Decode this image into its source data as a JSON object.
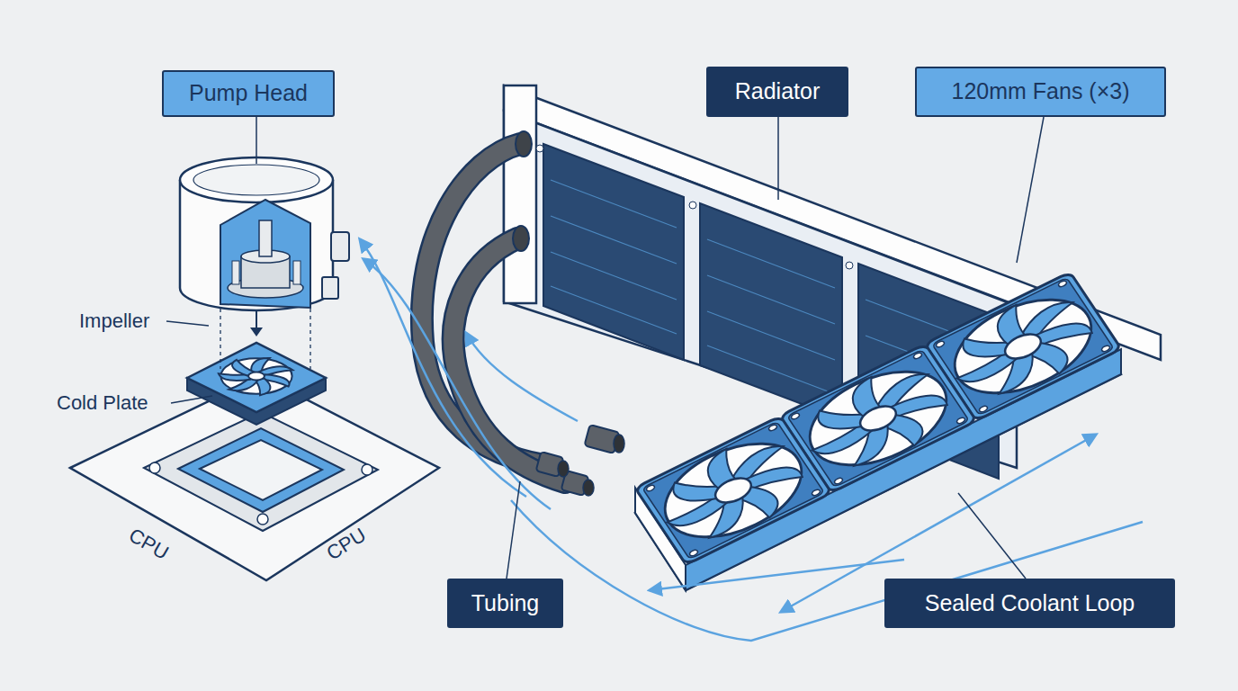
{
  "diagram": {
    "nodes": [
      {
        "text": [
          "Pump Head"
        ]
      },
      {
        "text": [
          "Radiator"
        ]
      },
      {
        "text": [
          "120mm Fans (×3)"
        ]
      },
      {
        "text": [
          "Tubing"
        ]
      },
      {
        "text": [
          "Sealed Coolant Loop"
        ]
      }
    ],
    "labels": [
      "Impeller",
      "Cold Plate",
      "CPU",
      "CPU"
    ]
  }
}
